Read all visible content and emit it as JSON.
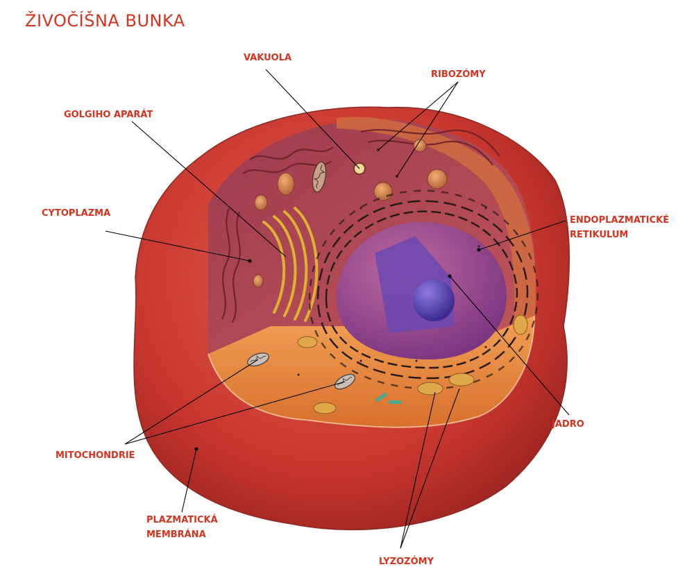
{
  "title": "ŽIVOČÍŠNA BUNKA",
  "labels": {
    "vakuola": "VAKUOLA",
    "ribozomy": "RIBOZÓMY",
    "golgiho": "GOLGIHO APARÁT",
    "cytoplazma": "CYTOPLAZMA",
    "er_line1": "ENDOPLAZMATICKÉ",
    "er_line2": "RETIKULUM",
    "jadro": "JADRO",
    "mitochondrie": "MITOCHONDRIE",
    "membrana_line1": "PLAZMATICKÁ",
    "membrana_line2": "MEMBRÁNA",
    "lyzozomy": "LYZOZÓMY"
  },
  "colors": {
    "label": "#d6321d",
    "membrane": "#c53a30",
    "cytoplasm_wall": "#b24a52",
    "cytoplasm_floor": "#e0803a",
    "nucleus": "#8a3d86",
    "nucleolus": "#5a3aa8"
  }
}
